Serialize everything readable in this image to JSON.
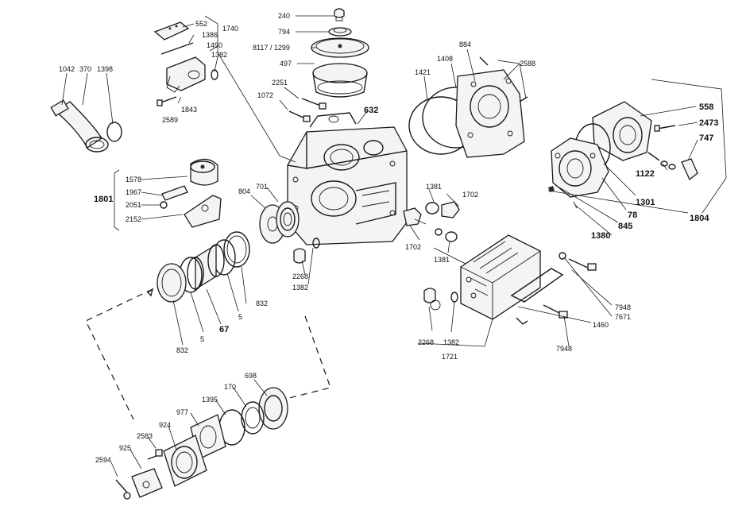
{
  "labels": {
    "l240": "240",
    "l794": "794",
    "l8117": "8117 / 1299",
    "l497": "497",
    "l552": "552",
    "l1386": "1386",
    "l1740": "1740",
    "l1490": "1490",
    "l1382a": "1382",
    "l1843": "1843",
    "l2589": "2589",
    "l1042": "1042",
    "l370": "370",
    "l1398": "1398",
    "l2251": "2251",
    "l1072": "1072",
    "l632": "632",
    "l884": "884",
    "l1408": "1408",
    "l2588": "2588",
    "l1421": "1421",
    "l558": "558",
    "l2473": "2473",
    "l747": "747",
    "l1122": "1122",
    "l1301": "1301",
    "l78": "78",
    "l845": "845",
    "l1380": "1380",
    "l1804": "1804",
    "l1578": "1578",
    "l1967": "1967",
    "l2051": "2051",
    "l2152": "2152",
    "l1801": "1801",
    "l804": "804",
    "l701": "701",
    "l2268a": "2268",
    "l1382b": "1382",
    "l1381a": "1381",
    "l1702a": "1702",
    "l1702b": "1702",
    "l1381b": "1381",
    "l832a": "832",
    "l5a": "5",
    "l67": "67",
    "l5b": "5",
    "l832b": "832",
    "l2268b": "2268",
    "l1382c": "1382",
    "l1721": "1721",
    "l7948a": "7948",
    "l7671": "7671",
    "l1460": "1460",
    "l7948b": "7948",
    "l698": "698",
    "l170": "170",
    "l1395": "1395",
    "l977": "977",
    "l924": "924",
    "l2583": "2583",
    "l925": "925",
    "l2594": "2594"
  }
}
